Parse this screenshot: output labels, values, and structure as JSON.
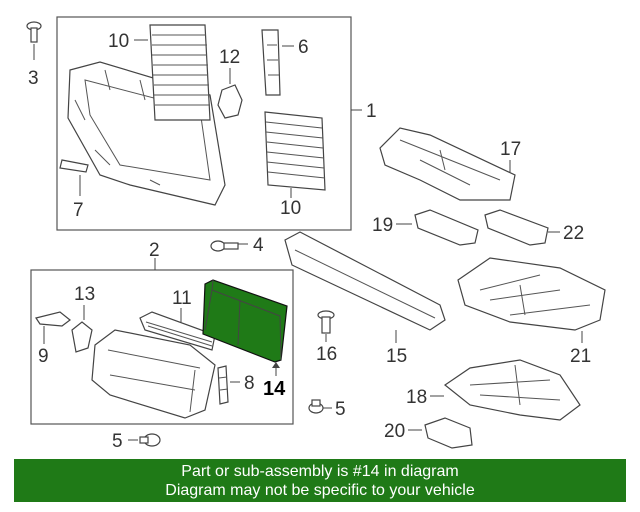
{
  "callouts": {
    "c1": "1",
    "c2": "2",
    "c3": "3",
    "c4": "4",
    "c5a": "5",
    "c5b": "5",
    "c6": "6",
    "c7": "7",
    "c8": "8",
    "c9": "9",
    "c10a": "10",
    "c10b": "10",
    "c11": "11",
    "c12": "12",
    "c13": "13",
    "c14": "14",
    "c15": "15",
    "c16": "16",
    "c17": "17",
    "c18": "18",
    "c19": "19",
    "c20": "20",
    "c21": "21",
    "c22": "22"
  },
  "highlight": {
    "part": "14",
    "color": "#1f7a17"
  },
  "banner": {
    "line1": "Part or sub-assembly is #14 in diagram",
    "line2": "Diagram may not be specific to your vehicle",
    "color": "#1f7a17"
  }
}
